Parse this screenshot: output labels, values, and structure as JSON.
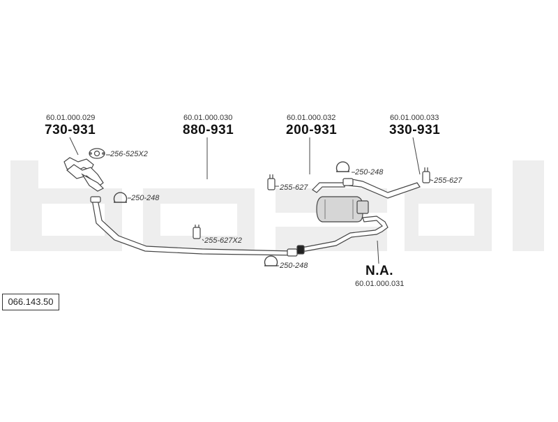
{
  "reference_number": "066.143.50",
  "watermark_text": "bosal",
  "parts": {
    "p1": {
      "oe_number": "60.01.000.029",
      "part_number": "730-931"
    },
    "p2": {
      "oe_number": "60.01.000.030",
      "part_number": "880-931"
    },
    "p3": {
      "oe_number": "60.01.000.032",
      "part_number": "200-931"
    },
    "p4": {
      "oe_number": "60.01.000.033",
      "part_number": "330-931"
    },
    "p5": {
      "oe_number": "60.01.000.031",
      "part_number": "N.A."
    }
  },
  "accessories": {
    "gasket_1": "256-525X2",
    "clamp_1": "250-248",
    "clamp_2": "250-248",
    "clamp_3": "250-248",
    "hanger_1": "255-627X2",
    "hanger_2": "255-627",
    "hanger_3": "255-627"
  },
  "colors": {
    "watermark": "#eeeeee",
    "lines": "#444444",
    "part_fill": "#d6d6d6"
  }
}
